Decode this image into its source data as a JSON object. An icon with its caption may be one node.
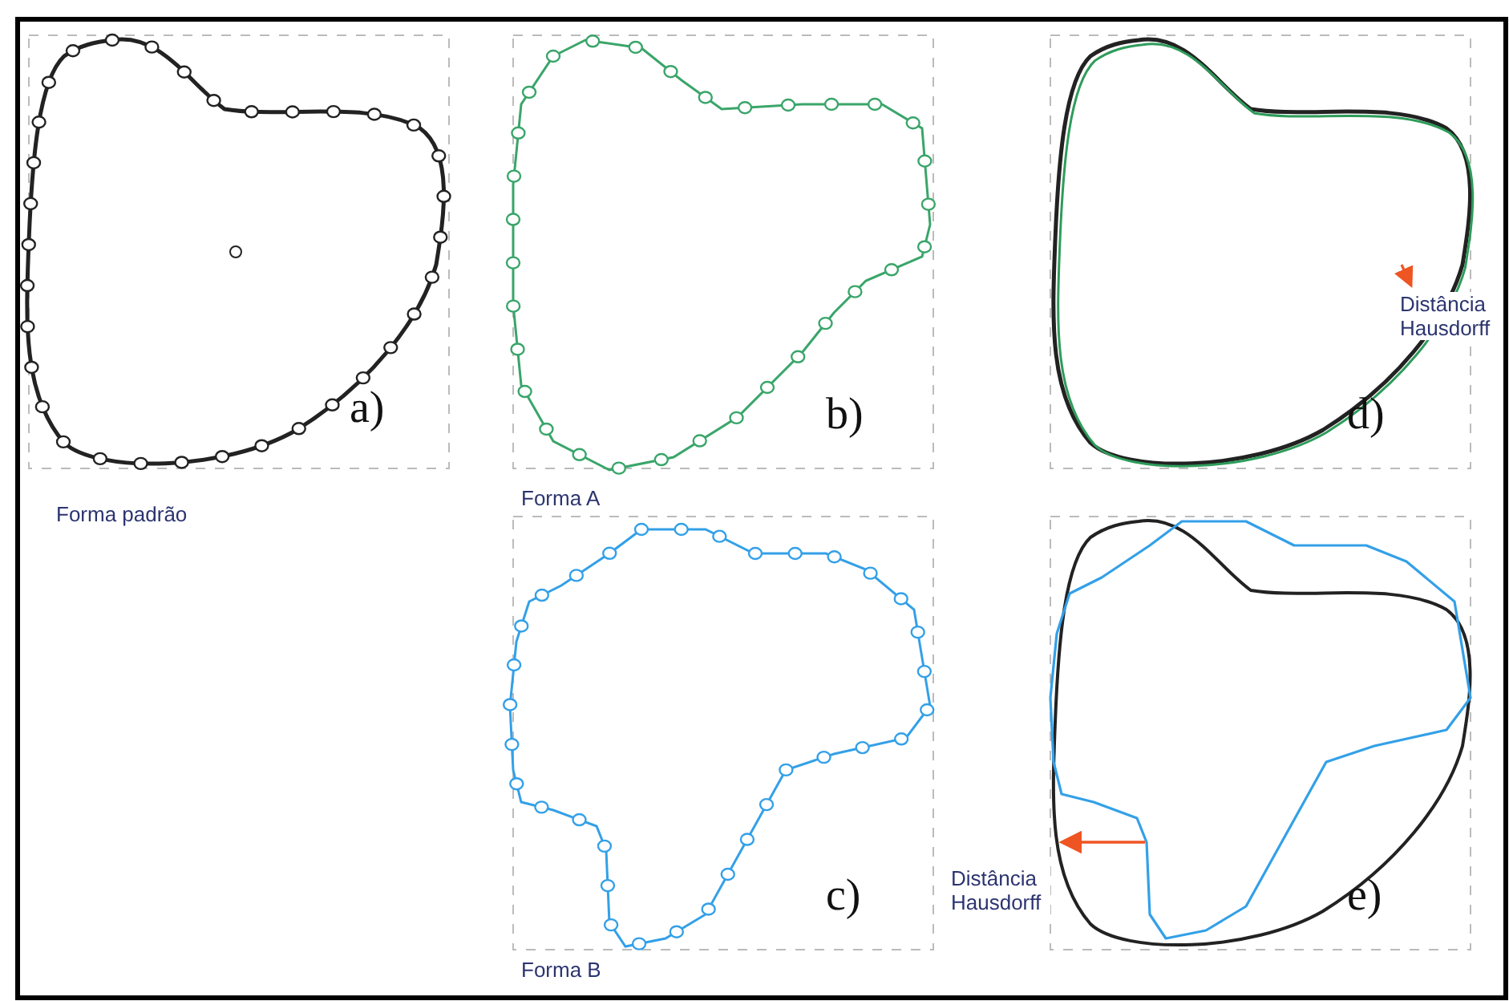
{
  "diagram": {
    "labels": [
      "a)",
      "b)",
      "d)",
      "Distância Hausdorff",
      "Forma padrão",
      "Forma A",
      "c)",
      "Distância Hausdorff",
      "e)",
      "Forma B"
    ]
  }
}
